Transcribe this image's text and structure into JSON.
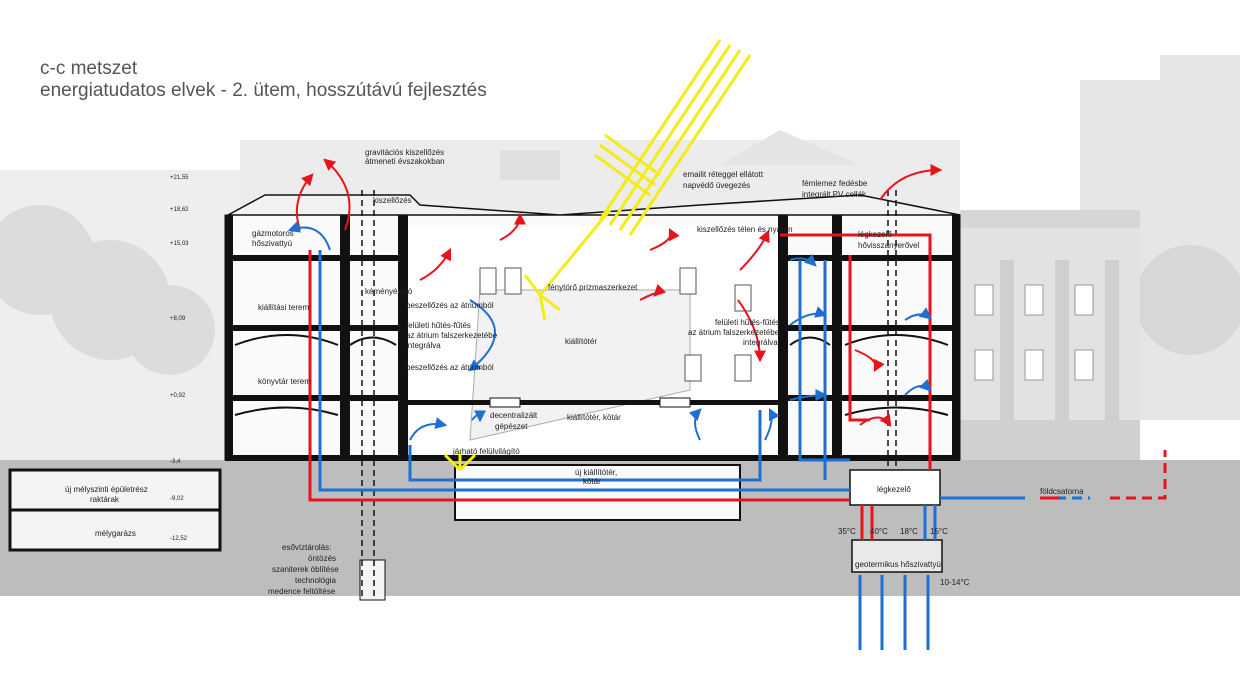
{
  "header": {
    "title": "c-c metszet",
    "subtitle": "energiatudatos elvek - 2. ütem, hosszútávú fejlesztés"
  },
  "labels": {
    "gravitacios": "gravitációs kiszellőzés",
    "atmeneti": "átmeneti évszakokban",
    "kiszellozes": "kiszellőzés",
    "gazmotoros1": "gázmotoros",
    "gazmotoros2": "hőszivattyú",
    "kemenyekolo": "kéményékoló",
    "beszell_atrium1": "beszellőzés az átriumból",
    "feluleti_left1": "felületi hűtés-fűtés",
    "feluleti_left2": "az átrium falszerkezetébe",
    "feluleti_left3": "integrálva",
    "beszell_atrium2": "beszellőzés az átriumból",
    "kiallitasi_terem": "kiállítási terem",
    "konyvtar_terem": "könyvtár terem",
    "uj_melyszinti1": "új mélyszinti épületrész",
    "uj_melyszinti2": "raktárak",
    "melygarazs": "mélygarázs",
    "esoviz1": "esővíztárolás:",
    "esoviz2": "öntözés",
    "esoviz3": "szaniterek öblítése",
    "esoviz4": "technológia",
    "esoviz5": "medence feltöltése",
    "emailit1": "emailit réteggel ellátott",
    "emailit2": "napvédő üvegezés",
    "fenytoro": "fénytörő prizmaszerkezet",
    "kiallitoter": "kiállítótér",
    "decentral1": "decentralizált",
    "decentral2": "gépészet",
    "kiallitoter_kotar": "kiállítótér, kötár",
    "jarhato": "járható felülvilágító",
    "uj_kiallitoter1": "új kiállítótér,",
    "uj_kiallitoter2": "kötár",
    "femlemez1": "fémlemez fedésbe",
    "femlemez2": "integrált PV cellák",
    "kiszell_telen": "kiszellőzés télen és nyáron",
    "legkezelo_top1": "légkezelő",
    "legkezelo_top2": "hővisszanyerővel",
    "feluleti_right1": "felületi hűtés-fűtés",
    "feluleti_right2": "az átrium falszerkezetébe",
    "feluleti_right3": "integrálva",
    "legkezelo": "légkezelő",
    "foldcsatorna": "földcsatorna",
    "t35": "35°C",
    "t40": "40°C",
    "t18": "18°C",
    "t15": "15°C",
    "geotermikus": "geotermikus hőszivattyú",
    "t1014": "10-14°C"
  },
  "levels": [
    "+21,55",
    "+18,62",
    "+15,03",
    "+8,09",
    "+0,92",
    "-3,4",
    "-9,02",
    "-12,52"
  ],
  "colors": {
    "red": "#e8141c",
    "blue": "#1f6fd0",
    "yellow": "#f3ec1a",
    "ground": "#bdbdbd",
    "structure": "#111111"
  }
}
